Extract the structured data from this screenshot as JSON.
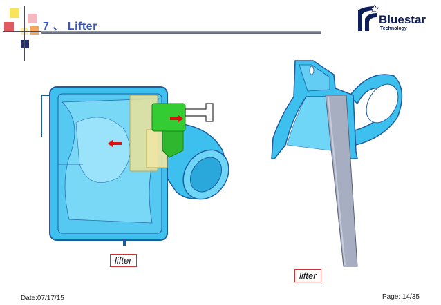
{
  "header": {
    "title": "7 、 Lifter",
    "logo_name": "Bluestar",
    "logo_sub": "Technology"
  },
  "labels": {
    "left": "lifter",
    "right": "lifter"
  },
  "footer": {
    "date": "Date:07/17/15",
    "page": "Page: 14/35"
  },
  "colors": {
    "part_blue": "#3ec0ef",
    "part_outline": "#1f5c9e",
    "lifter_yellow": "#e9e199",
    "lifter_green": "#33cc33",
    "arrow_red": "#e01010",
    "logo_navy": "#0e1e5a",
    "title_blue": "#3a56c4"
  }
}
